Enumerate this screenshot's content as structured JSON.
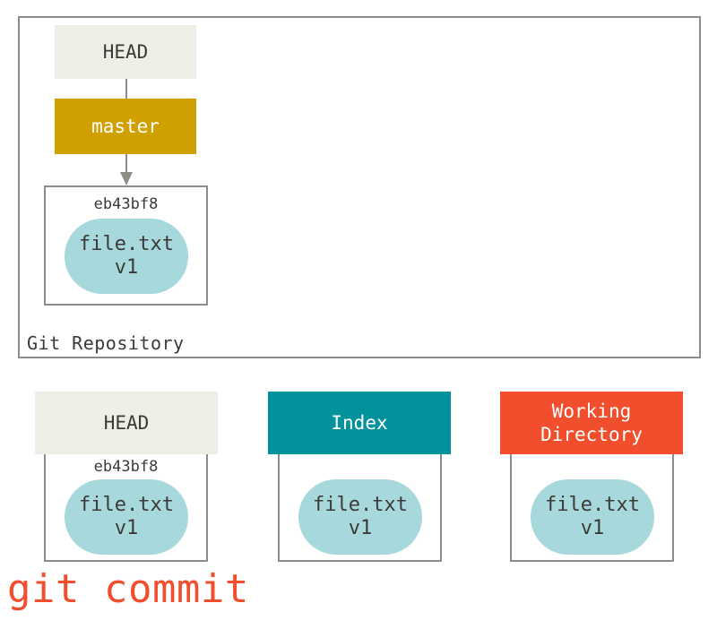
{
  "repository": {
    "label": "Git Repository",
    "head_label": "HEAD",
    "branch_label": "master",
    "commit": {
      "hash": "eb43bf8",
      "file_name": "file.txt",
      "file_version": "v1"
    }
  },
  "areas": [
    {
      "label": "HEAD",
      "hash": "eb43bf8",
      "file_name": "file.txt",
      "file_version": "v1"
    },
    {
      "label": "Index",
      "hash": "",
      "file_name": "file.txt",
      "file_version": "v1"
    },
    {
      "label": "Working\nDirectory",
      "hash": "",
      "file_name": "file.txt",
      "file_version": "v1"
    }
  ],
  "command": "git commit",
  "colors": {
    "head": "#efeee7",
    "branch": "#d0a000",
    "index": "#01929c",
    "working_directory": "#f04e2c",
    "blob": "#a7d8dc",
    "border": "#8f8c87",
    "command": "#f04e2c"
  }
}
